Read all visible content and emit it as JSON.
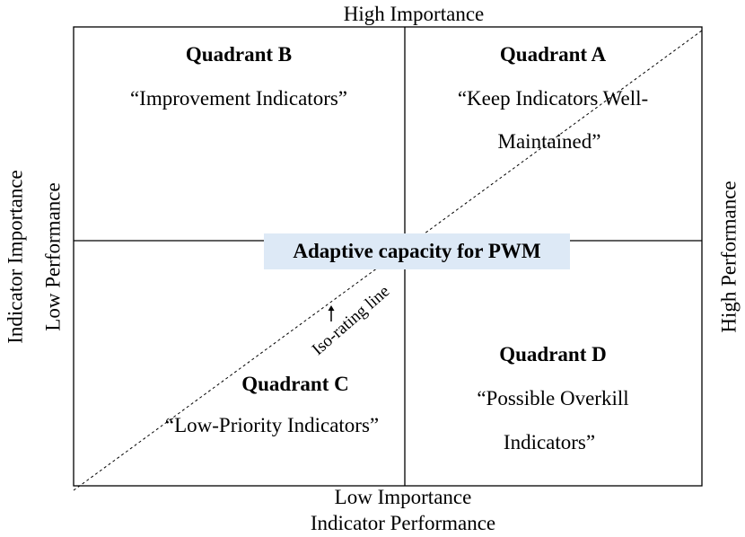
{
  "labels": {
    "top": "High Importance",
    "bottom_1": "Low Importance",
    "bottom_2": "Indicator Performance",
    "left_outer": "Indicator Importance",
    "left_inner": "Low Performance",
    "right": "High Performance"
  },
  "center_label": "Adaptive capacity for PWM",
  "iso_line_label": "Iso-rating line",
  "quadrants": {
    "a": {
      "title": "Quadrant A",
      "line1": "“Keep Indicators Well-",
      "line2": "Maintained”"
    },
    "b": {
      "title": "Quadrant B",
      "line1": "“Improvement Indicators”"
    },
    "c": {
      "title": "Quadrant C",
      "line1": "“Low-Priority Indicators”"
    },
    "d": {
      "title": "Quadrant D",
      "line1": "“Possible Overkill",
      "line2": "Indicators”"
    }
  },
  "colors": {
    "center_box_fill": "#dde9f6",
    "line": "#000000"
  }
}
